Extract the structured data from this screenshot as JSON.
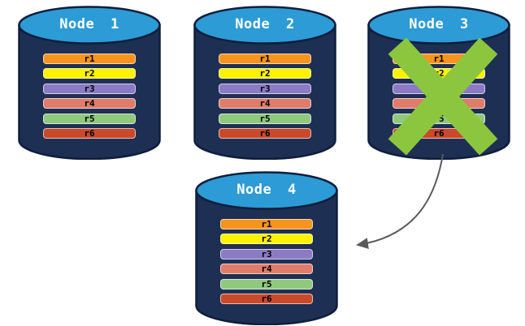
{
  "diagram": {
    "nodes": [
      {
        "id": "node-1",
        "label": "Node 1",
        "failed": false
      },
      {
        "id": "node-2",
        "label": "Node 2",
        "failed": false
      },
      {
        "id": "node-3",
        "label": "Node 3",
        "failed": true
      },
      {
        "id": "node-4",
        "label": "Node 4",
        "failed": false
      }
    ],
    "rows": [
      {
        "label": "r1",
        "color": "#F7941E"
      },
      {
        "label": "r2",
        "color": "#FFF200"
      },
      {
        "label": "r3",
        "color": "#8C7BC4"
      },
      {
        "label": "r4",
        "color": "#E07C6A"
      },
      {
        "label": "r5",
        "color": "#90C97E"
      },
      {
        "label": "r6",
        "color": "#C94A2B"
      }
    ],
    "arrow": {
      "from": "node-3",
      "to": "node-4"
    },
    "colors": {
      "cylinder_top": "#2C9BD6",
      "cylinder_body": "#1E2F54",
      "cylinder_outline": "#0F1E3C",
      "failure_x": "#8CC63F",
      "arrow": "#595959",
      "row_label_text": "#000000",
      "node_label_text": "#FFFFFF"
    }
  }
}
